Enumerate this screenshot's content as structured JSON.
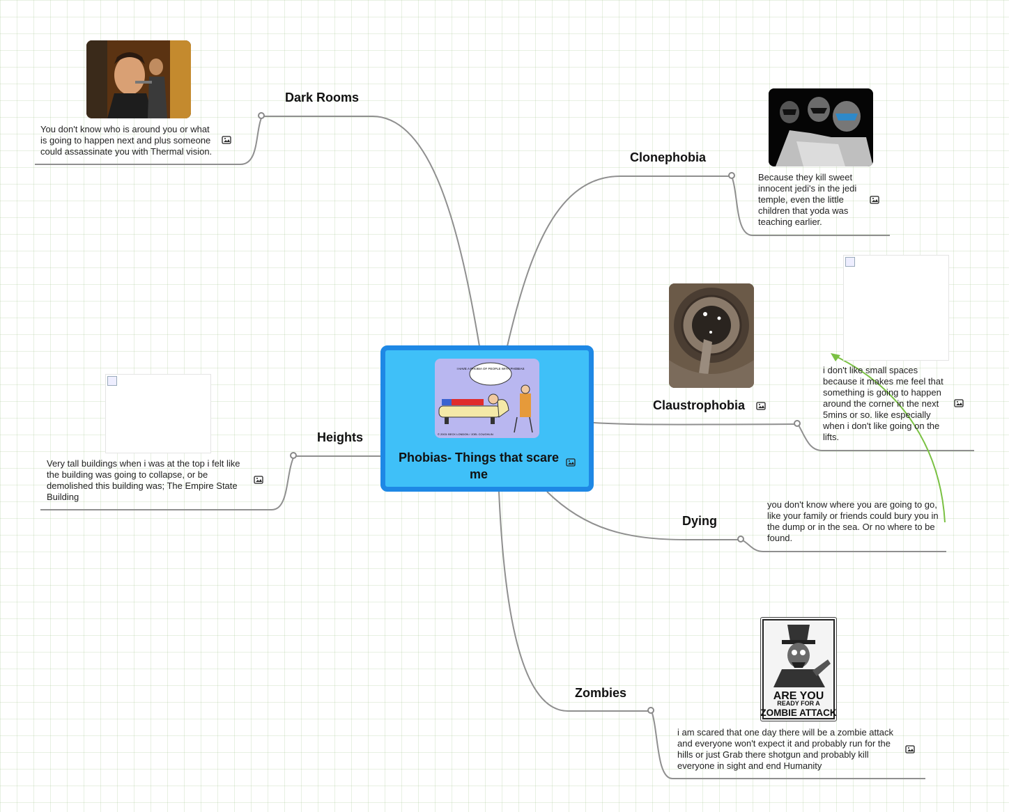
{
  "central": {
    "title": "Phobias- Things that scare me",
    "image": {
      "speech_bubble": "I HAVE A PHOBIA OF PEOPLE WITH PHOBIAS",
      "credit": "© 2003: BECK LONDON / JOEL COUGHLIN"
    }
  },
  "branches": {
    "dark_rooms": {
      "title": "Dark Rooms",
      "note": "You don't know who is around you or what is going to happen next and plus someone could assassinate you with Thermal vision."
    },
    "clonephobia": {
      "title": "Clonephobia",
      "note": "Because they kill sweet innocent jedi's in the jedi temple, even the little children that yoda was teaching earlier."
    },
    "claustrophobia": {
      "title": "Claustrophobia",
      "note": "i don't like small spaces because it makes me feel that something is going to happen around the corner in the next 5mins or so. like especially when i don't like going on the lifts."
    },
    "dying": {
      "title": "Dying",
      "note": "you don't know where you are going to go, like your family or friends could bury you in the dump or in the sea. Or no where to be found."
    },
    "heights": {
      "title": "Heights",
      "note": "Very tall buildings when i was at the top i felt like the building was going to collapse, or be demolished this building was; The Empire State Building"
    },
    "zombies": {
      "title": "Zombies",
      "note": "i am scared that one day there will be a zombie attack and everyone won't expect it and probably run for the hills or just Grab there shotgun and probably kill everyone in sight and end Humanity",
      "poster": {
        "line1": "ARE YOU",
        "line2": "READY FOR A",
        "line3": "ZOMBIE ATTACK"
      }
    }
  },
  "colors": {
    "central_fill": "#3fc0f8",
    "central_border": "#1e88e5",
    "connector": "#8a8a8a",
    "relation_arrow": "#7ac143"
  },
  "icons": {
    "attachment": "image-icon"
  }
}
